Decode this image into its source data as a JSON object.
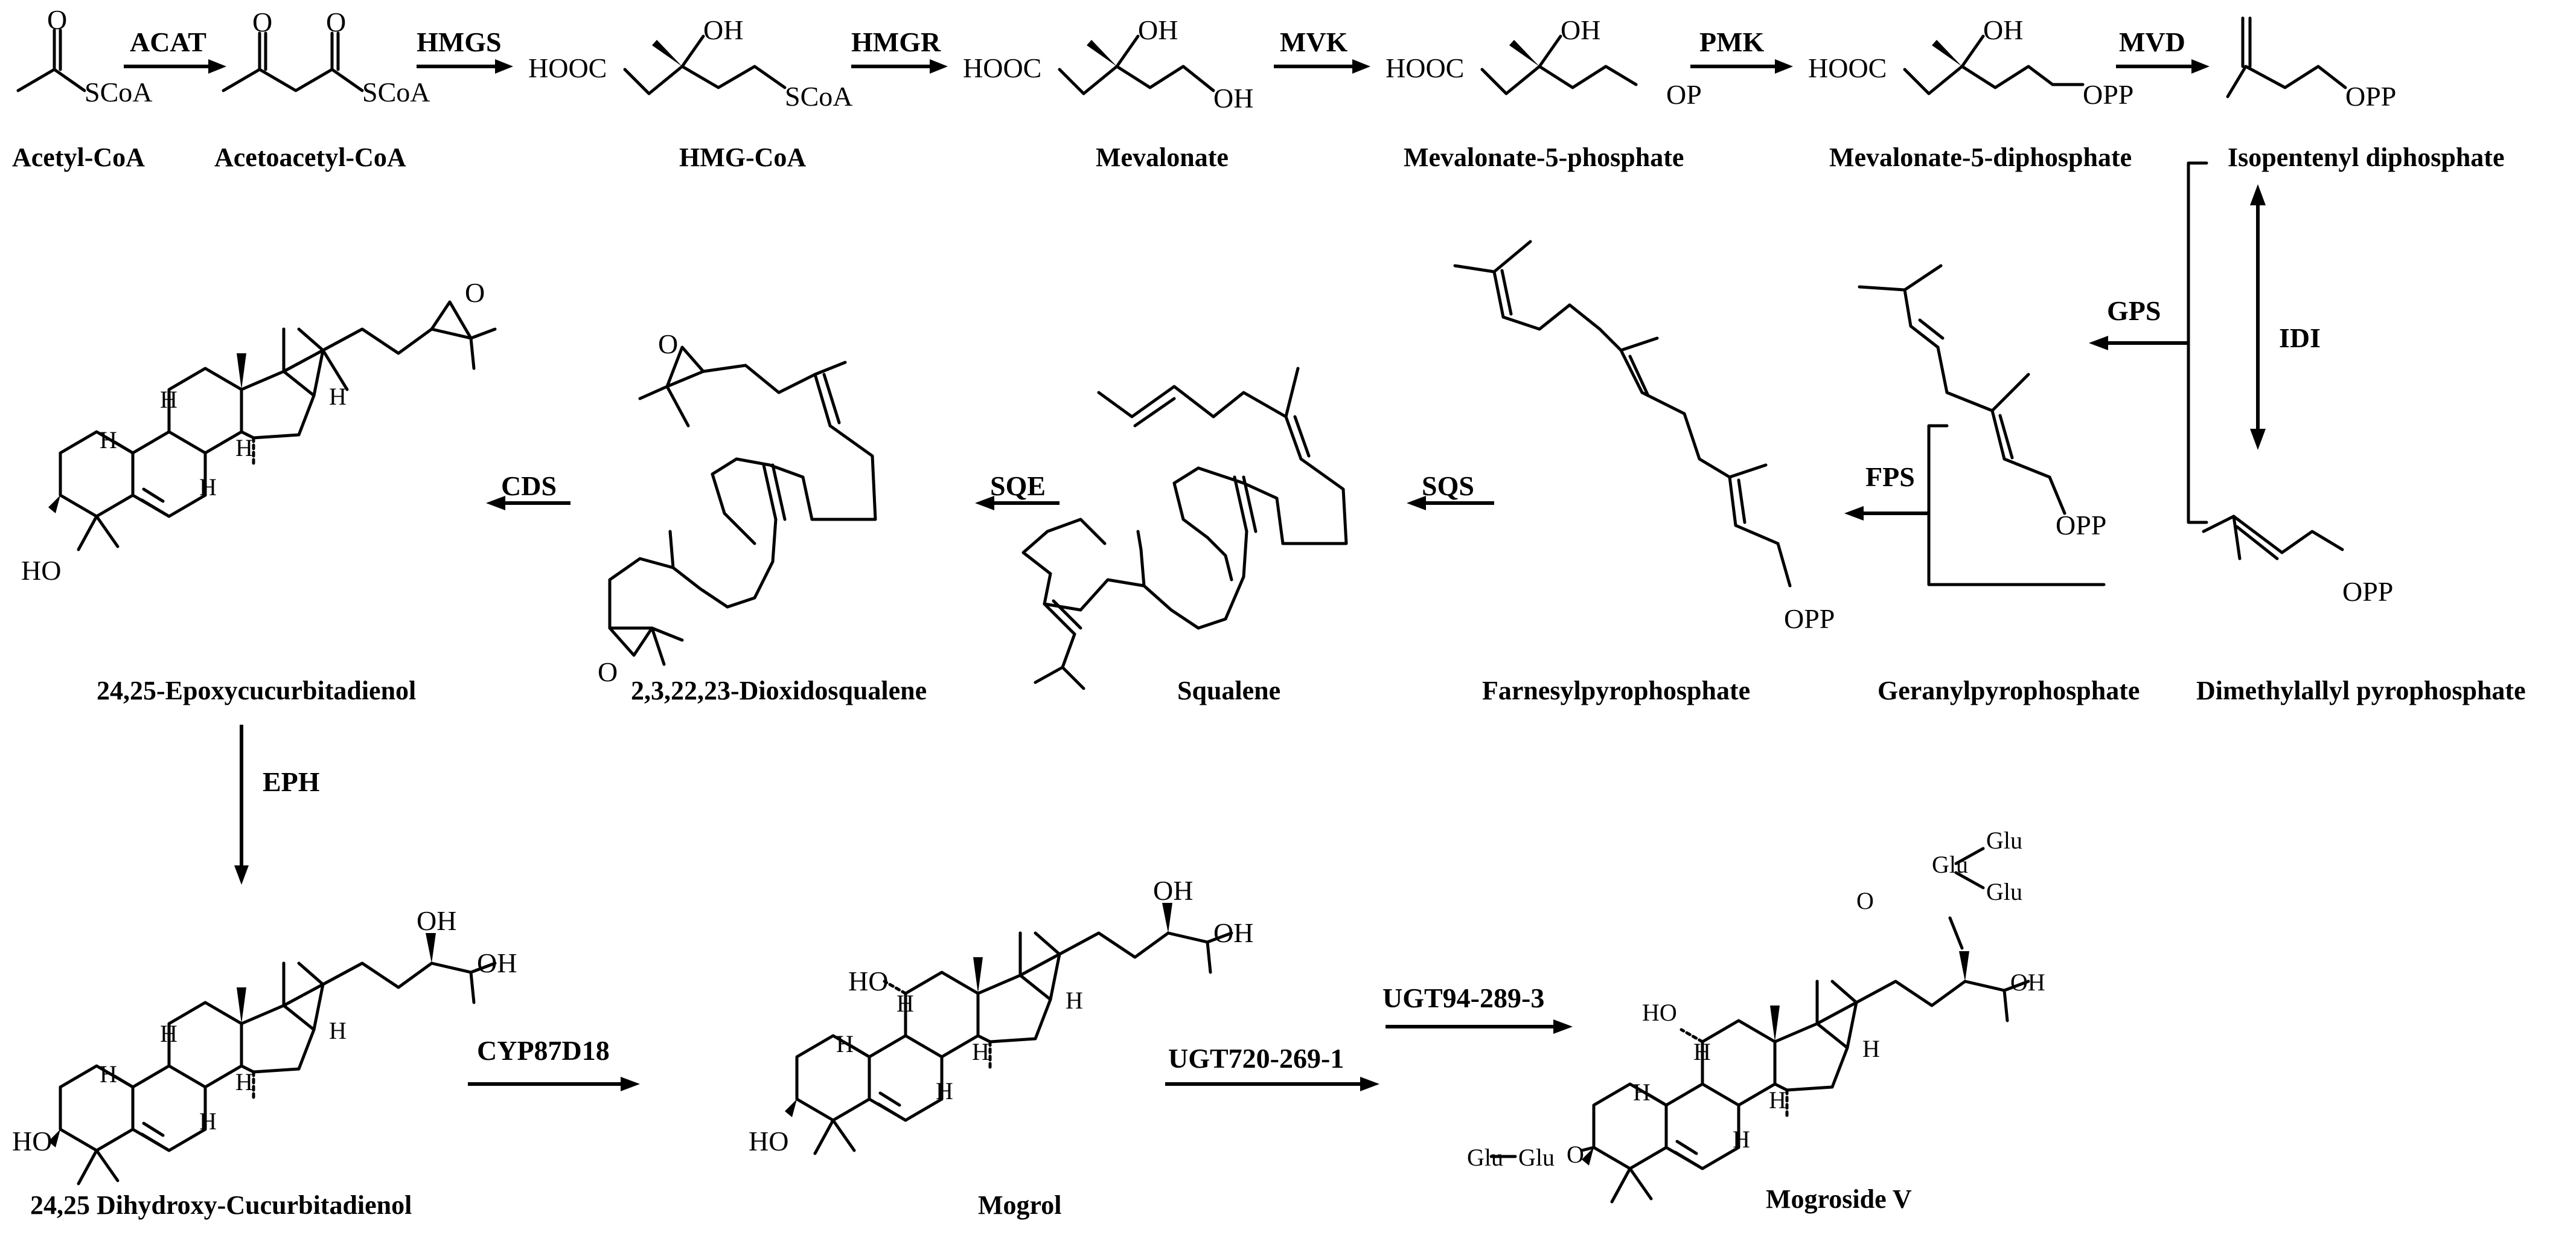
{
  "compounds": {
    "acetyl_coa": "Acetyl-CoA",
    "acetoacetyl_coa": "Acetoacetyl-CoA",
    "hmg_coa": "HMG-CoA",
    "mevalonate": "Mevalonate",
    "mevalonate_5p": "Mevalonate-5-phosphate",
    "mevalonate_5pp": "Mevalonate-5-diphosphate",
    "ipp": "Isopentenyl diphosphate",
    "dmapp": "Dimethylallyl pyrophosphate",
    "gpp": "Geranylpyrophosphate",
    "fpp": "Farnesylpyrophosphate",
    "squalene": "Squalene",
    "dioxidosqualene": "2,3,22,23-Dioxidosqualene",
    "epoxycucurbitadienol": "24,25-Epoxycucurbitadienol",
    "dihydroxycucurbitadienol": "24,25 Dihydroxy-Cucurbitadienol",
    "mogrol": "Mogrol",
    "mogroside_v": "Mogroside V"
  },
  "enzymes": {
    "acat": "ACAT",
    "hmgs": "HMGS",
    "hmgr": "HMGR",
    "mvk": "MVK",
    "pmk": "PMK",
    "mvd": "MVD",
    "idi": "IDI",
    "gps": "GPS",
    "fps": "FPS",
    "sqs": "SQS",
    "sqe": "SQE",
    "cds": "CDS",
    "eph": "EPH",
    "cyp": "CYP87D18",
    "ugt720": "UGT720-269-1",
    "ugt94": "UGT94-289-3"
  },
  "atoms": {
    "o": "O",
    "oh": "OH",
    "ho": "HO",
    "h": "H",
    "scoa": "SCoA",
    "hooc": "HOOC",
    "op": "OP",
    "opp": "OPP",
    "glu": "Glu"
  }
}
